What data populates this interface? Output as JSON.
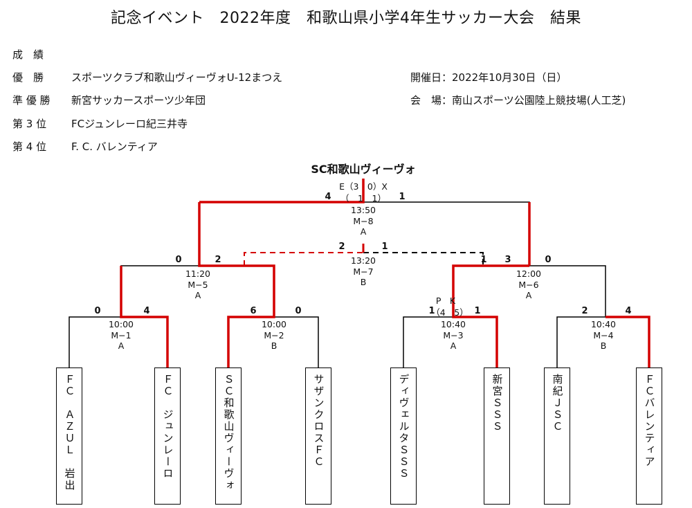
{
  "title": "記念イベント　2022年度　和歌山県小学4年生サッカー大会　結果",
  "results": {
    "heading": "成　績",
    "rows": [
      {
        "rank": "優　勝",
        "team": "スポーツクラブ和歌山ヴィーヴォU-12まつえ"
      },
      {
        "rank": "準 優 勝",
        "team": "新宮サッカースポーツ少年団"
      },
      {
        "rank": "第 3 位",
        "team": "FCジュンレーロ紀三井寺"
      },
      {
        "rank": "第 4 位",
        "team": "F. C. バレンティア"
      }
    ]
  },
  "event": {
    "date": "開催日：2022年10月30日（日）",
    "venue": "会　場：南山スポーツ公園陸上競技場(人工芝)"
  },
  "champion": "SC和歌山ヴィーヴォ",
  "teams": [
    {
      "name": "ＦＣ　ＡＺＵＬ　岩出"
    },
    {
      "name": "ＦＣ　ジュンレーロ"
    },
    {
      "name": "ＳＣ和歌山ヴィーヴォ"
    },
    {
      "name": "サザンクロスＦＣ"
    },
    {
      "name": "ディヴェルタＳＳＳ"
    },
    {
      "name": "新宮ＳＳＳ"
    },
    {
      "name": "南紀ＪＳＣ"
    },
    {
      "name": "ＦＣバレンティア"
    }
  ],
  "matches": {
    "m1": {
      "time": "10:00",
      "code": "M−1",
      "field": "A",
      "left": "0",
      "right": "4"
    },
    "m2": {
      "time": "10:00",
      "code": "M−2",
      "field": "B",
      "left": "6",
      "right": "0"
    },
    "m3": {
      "time": "10:40",
      "code": "M−3",
      "field": "A",
      "left": "1",
      "right": "1",
      "pk_label": "P　K",
      "pk_score": "（4　5）"
    },
    "m4": {
      "time": "10:40",
      "code": "M−4",
      "field": "B",
      "left": "2",
      "right": "4"
    },
    "m5": {
      "time": "11:20",
      "code": "M−5",
      "field": "A",
      "left": "0",
      "right": "2"
    },
    "m6": {
      "time": "12:00",
      "code": "M−6",
      "field": "A",
      "left": "3",
      "right": "0"
    },
    "m7": {
      "time": "13:20",
      "code": "M−7",
      "field": "B",
      "left": "2",
      "right": "1"
    },
    "m8": {
      "time": "13:50",
      "code": "M−8",
      "field": "A",
      "left": "4",
      "right": "1",
      "et": "E（3　0）X",
      "half": "（　1　1）"
    }
  },
  "colors": {
    "winner": "#d40000",
    "line": "#000000"
  }
}
